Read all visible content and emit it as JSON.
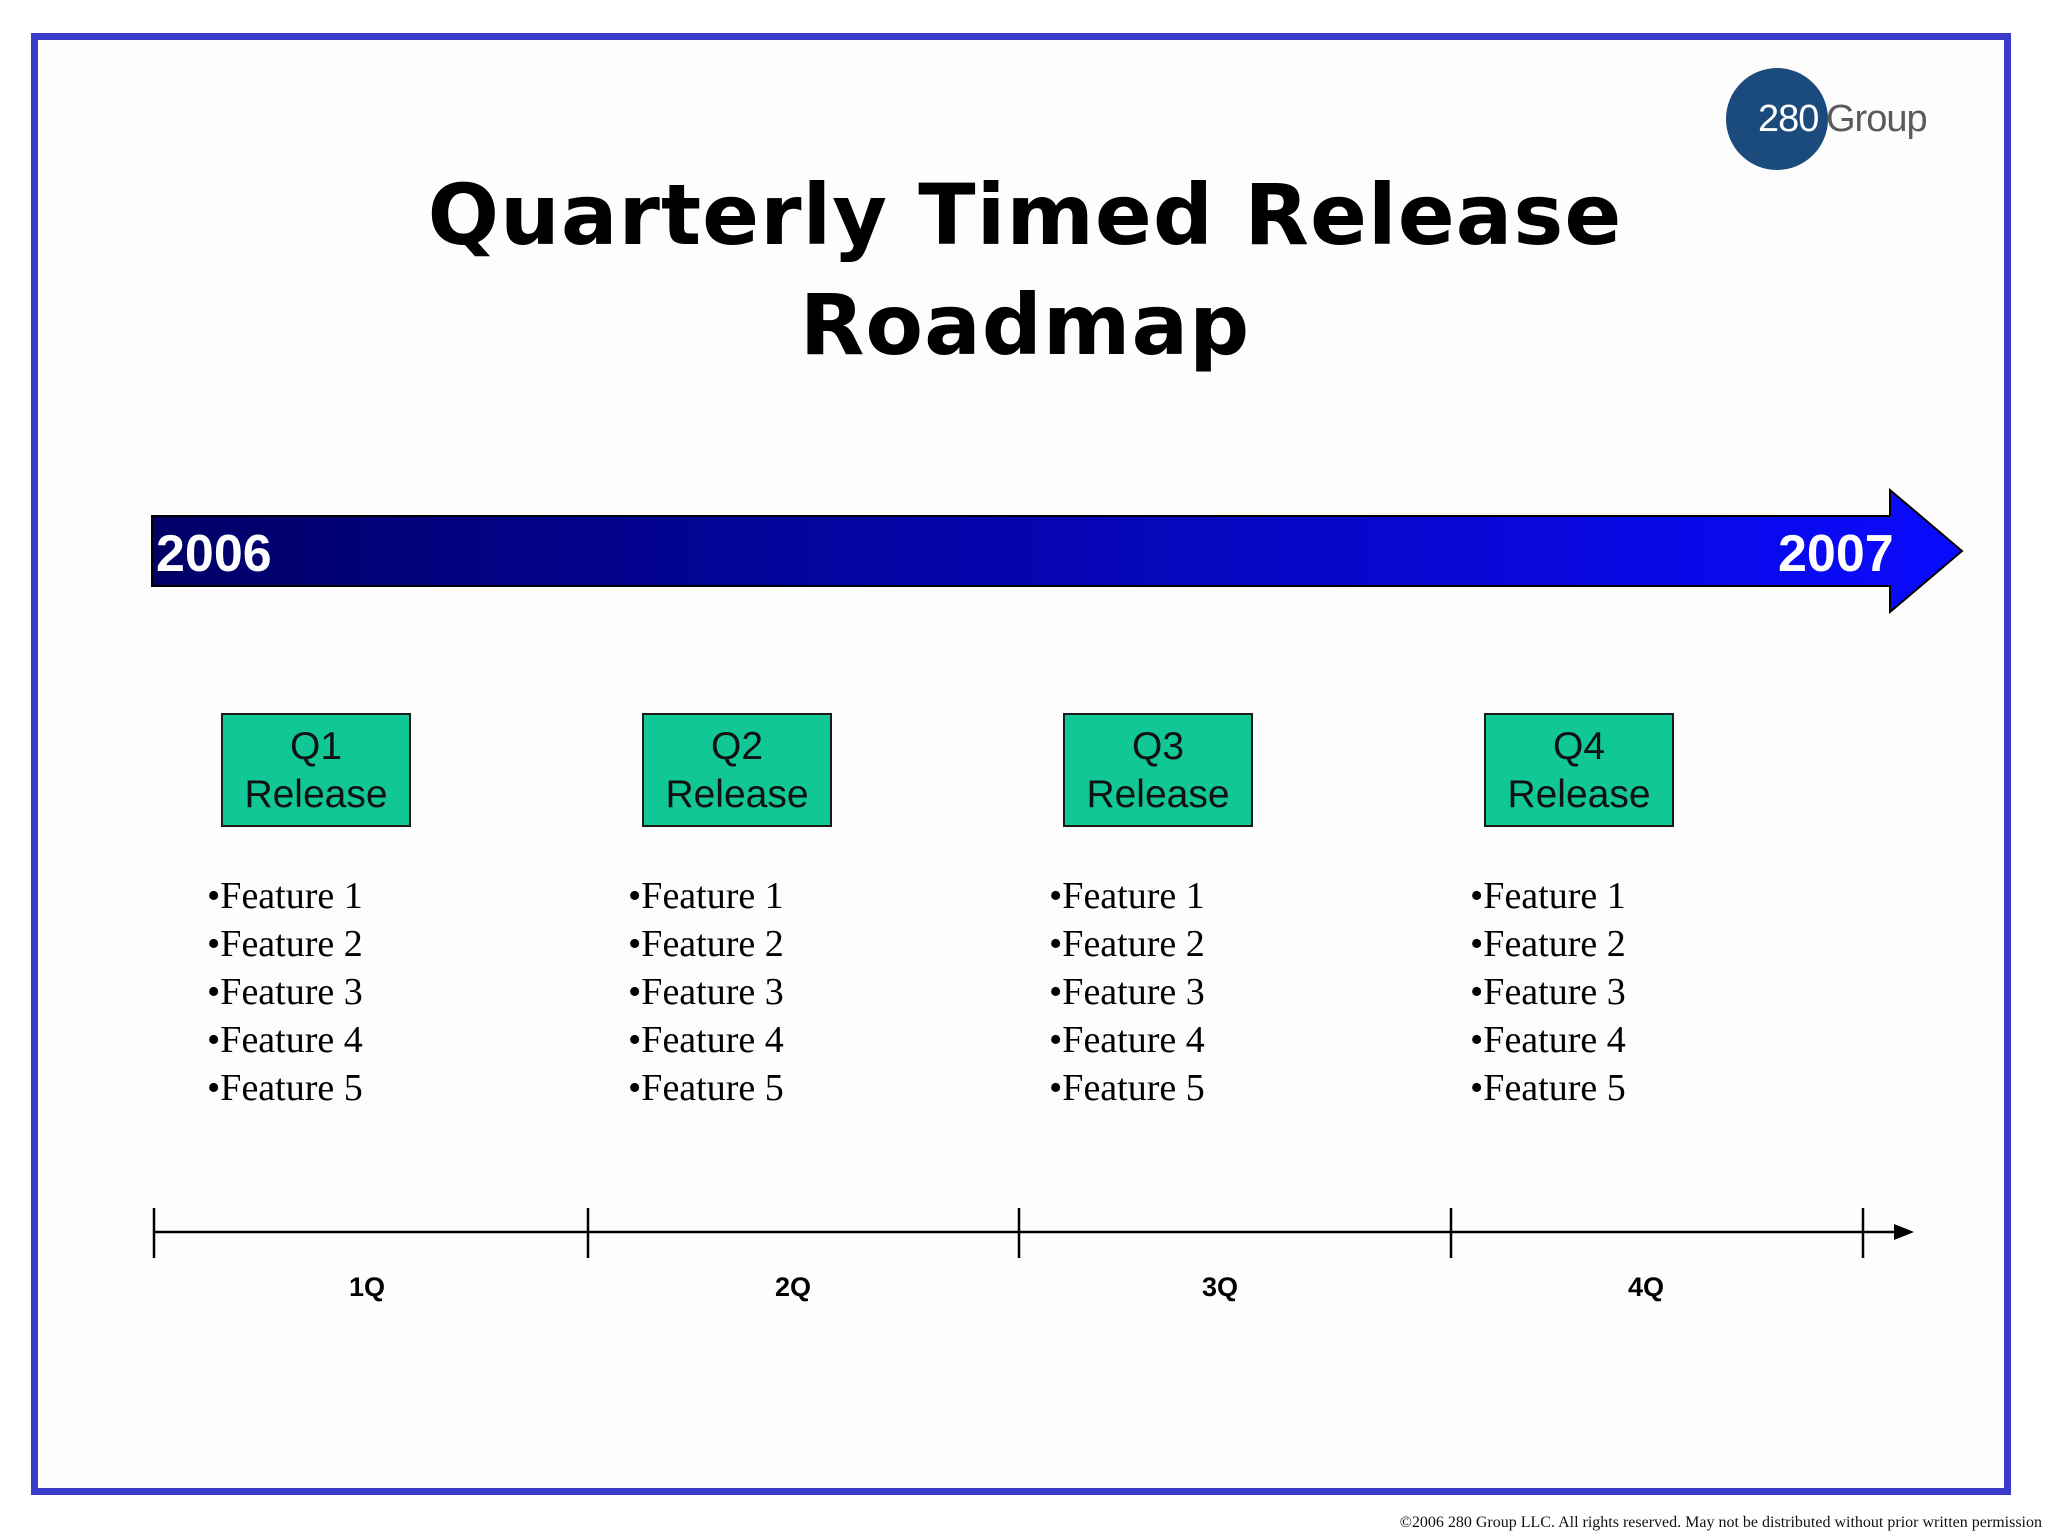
{
  "slide": {
    "title": "Quarterly Timed Release Roadmap",
    "border_color": "#3a3acb"
  },
  "logo": {
    "number": "280",
    "word": "Group",
    "circle_color": "#1b4a7c"
  },
  "timeline_arrow": {
    "start_label": "2006",
    "end_label": "2007",
    "gradient_start": "#000066",
    "gradient_end": "#0a0aff"
  },
  "releases": [
    {
      "line1": "Q1",
      "line2": "Release",
      "features": [
        "•Feature 1",
        "•Feature 2",
        "•Feature 3",
        "•Feature 4",
        "•Feature 5"
      ]
    },
    {
      "line1": "Q2",
      "line2": "Release",
      "features": [
        "•Feature 1",
        "•Feature 2",
        "•Feature 3",
        "•Feature 4",
        "•Feature 5"
      ]
    },
    {
      "line1": "Q3",
      "line2": "Release",
      "features": [
        "•Feature 1",
        "•Feature 2",
        "•Feature 3",
        "•Feature 4",
        "•Feature 5"
      ]
    },
    {
      "line1": "Q4",
      "line2": "Release",
      "features": [
        "•Feature 1",
        "•Feature 2",
        "•Feature 3",
        "•Feature 4",
        "•Feature 5"
      ]
    }
  ],
  "release_box_color": "#10c795",
  "quarter_axis": {
    "labels": [
      "1Q",
      "2Q",
      "3Q",
      "4Q"
    ]
  },
  "footer": {
    "copyright": "©2006 280 Group LLC. All rights reserved. May not be distributed without prior written permission"
  }
}
